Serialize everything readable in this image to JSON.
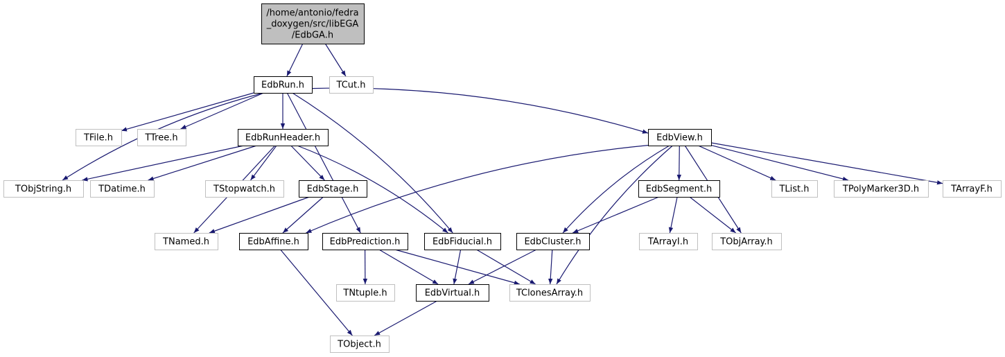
{
  "colors": {
    "edge": "#191970",
    "root_fill": "#bfbfbf",
    "root_border": "#000000",
    "documented_border": "#000000",
    "external_border": "#bfbfbf",
    "external_text": "#000000"
  },
  "nodes": {
    "root": {
      "label": "/home/antonio/fedra_doxygen/src/libEGA/EdbGA.h",
      "lines": [
        "/home/antonio/fedra",
        "_doxygen/src/libEGA",
        "/EdbGA.h"
      ],
      "kind": "root"
    },
    "EdbRun": {
      "label": "EdbRun.h",
      "kind": "documented"
    },
    "TCut": {
      "label": "TCut.h",
      "kind": "external"
    },
    "TFile": {
      "label": "TFile.h",
      "kind": "external"
    },
    "TTree": {
      "label": "TTree.h",
      "kind": "external"
    },
    "EdbRunHeader": {
      "label": "EdbRunHeader.h",
      "kind": "documented"
    },
    "EdbView": {
      "label": "EdbView.h",
      "kind": "documented"
    },
    "TObjString": {
      "label": "TObjString.h",
      "kind": "external"
    },
    "TDatime": {
      "label": "TDatime.h",
      "kind": "external"
    },
    "TStopwatch": {
      "label": "TStopwatch.h",
      "kind": "external"
    },
    "EdbStage": {
      "label": "EdbStage.h",
      "kind": "documented"
    },
    "EdbSegment": {
      "label": "EdbSegment.h",
      "kind": "documented"
    },
    "TList": {
      "label": "TList.h",
      "kind": "external"
    },
    "TPolyMarker3D": {
      "label": "TPolyMarker3D.h",
      "kind": "external"
    },
    "TArrayF": {
      "label": "TArrayF.h",
      "kind": "external"
    },
    "TNamed": {
      "label": "TNamed.h",
      "kind": "external"
    },
    "EdbAffine": {
      "label": "EdbAffine.h",
      "kind": "documented"
    },
    "EdbPrediction": {
      "label": "EdbPrediction.h",
      "kind": "documented"
    },
    "EdbFiducial": {
      "label": "EdbFiducial.h",
      "kind": "documented"
    },
    "EdbCluster": {
      "label": "EdbCluster.h",
      "kind": "documented"
    },
    "TArrayI": {
      "label": "TArrayI.h",
      "kind": "external"
    },
    "TObjArray": {
      "label": "TObjArray.h",
      "kind": "external"
    },
    "TNtuple": {
      "label": "TNtuple.h",
      "kind": "external"
    },
    "EdbVirtual": {
      "label": "EdbVirtual.h",
      "kind": "documented"
    },
    "TClonesArray": {
      "label": "TClonesArray.h",
      "kind": "external"
    },
    "TObject": {
      "label": "TObject.h",
      "kind": "external"
    }
  },
  "edges": [
    [
      "root",
      "EdbRun"
    ],
    [
      "root",
      "TCut"
    ],
    [
      "EdbRun",
      "TFile"
    ],
    [
      "EdbRun",
      "TTree"
    ],
    [
      "EdbRun",
      "EdbRunHeader"
    ],
    [
      "EdbRun",
      "EdbView"
    ],
    [
      "EdbRun",
      "TObjString"
    ],
    [
      "EdbRun",
      "EdbPrediction"
    ],
    [
      "EdbRun",
      "EdbFiducial"
    ],
    [
      "EdbRunHeader",
      "TObjString"
    ],
    [
      "EdbRunHeader",
      "TDatime"
    ],
    [
      "EdbRunHeader",
      "TStopwatch"
    ],
    [
      "EdbRunHeader",
      "EdbStage"
    ],
    [
      "EdbRunHeader",
      "TNamed"
    ],
    [
      "EdbRunHeader",
      "EdbFiducial"
    ],
    [
      "EdbStage",
      "TNamed"
    ],
    [
      "EdbStage",
      "EdbAffine"
    ],
    [
      "EdbView",
      "EdbAffine"
    ],
    [
      "EdbView",
      "EdbSegment"
    ],
    [
      "EdbView",
      "EdbCluster"
    ],
    [
      "EdbView",
      "TClonesArray"
    ],
    [
      "EdbView",
      "TObjArray"
    ],
    [
      "EdbView",
      "TList"
    ],
    [
      "EdbView",
      "TPolyMarker3D"
    ],
    [
      "EdbView",
      "TArrayF"
    ],
    [
      "EdbSegment",
      "EdbCluster"
    ],
    [
      "EdbSegment",
      "TArrayI"
    ],
    [
      "EdbSegment",
      "TObjArray"
    ],
    [
      "EdbAffine",
      "TObject"
    ],
    [
      "EdbPrediction",
      "TNtuple"
    ],
    [
      "EdbPrediction",
      "EdbVirtual"
    ],
    [
      "EdbPrediction",
      "TClonesArray"
    ],
    [
      "EdbFiducial",
      "EdbVirtual"
    ],
    [
      "EdbFiducial",
      "TClonesArray"
    ],
    [
      "EdbCluster",
      "EdbVirtual"
    ],
    [
      "EdbCluster",
      "TClonesArray"
    ],
    [
      "EdbVirtual",
      "TObject"
    ]
  ]
}
